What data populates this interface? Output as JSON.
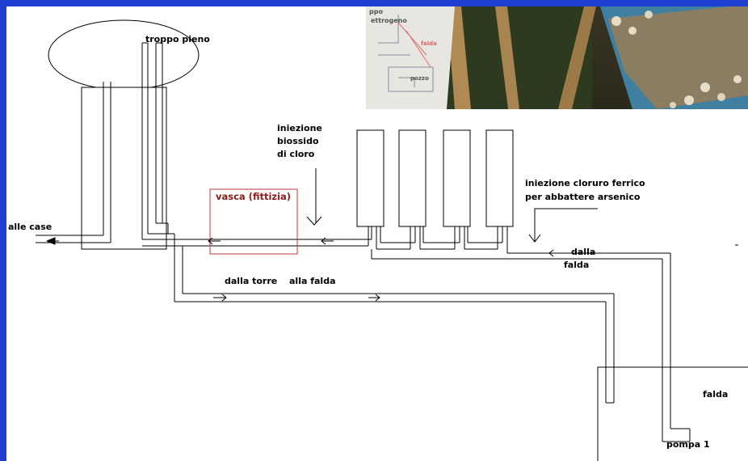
{
  "labels": {
    "overflow": "troppo pieno",
    "to_houses": "alle case",
    "tank": "vasca (fittizia)",
    "chlorine": [
      "iniezione",
      "biossido",
      "di cloro"
    ],
    "ferric": [
      "iniezione cloruro ferrico",
      "per abbattere arsenico"
    ],
    "from_aquifer": [
      "dalla",
      "falda"
    ],
    "from_tower": "dalla torre",
    "to_aquifer": "alla falda",
    "aquifer": "falda",
    "pump": "pompa  1"
  },
  "photo": {
    "sign_texts": [
      "ppo",
      "ettrogeno",
      "falda",
      "pozzo"
    ]
  },
  "colors": {
    "frame": "#1e3fd0",
    "tank_outline": "#c23a3a",
    "tank_text": "#8b1a1a",
    "photo_sign": "#e8e6e0",
    "photo_sign_red": "#d96a6a"
  }
}
